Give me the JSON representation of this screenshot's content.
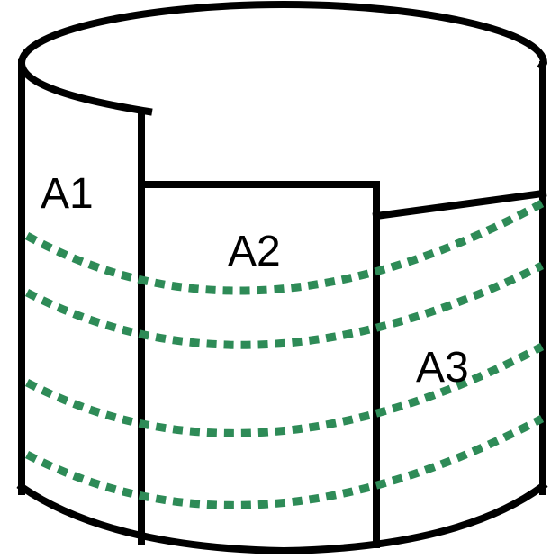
{
  "diagram": {
    "regions": [
      {
        "label": "A1"
      },
      {
        "label": "A2"
      },
      {
        "label": "A3"
      }
    ],
    "track_color": "#2e8b57",
    "track_count": 4,
    "line_color": "#000000"
  }
}
